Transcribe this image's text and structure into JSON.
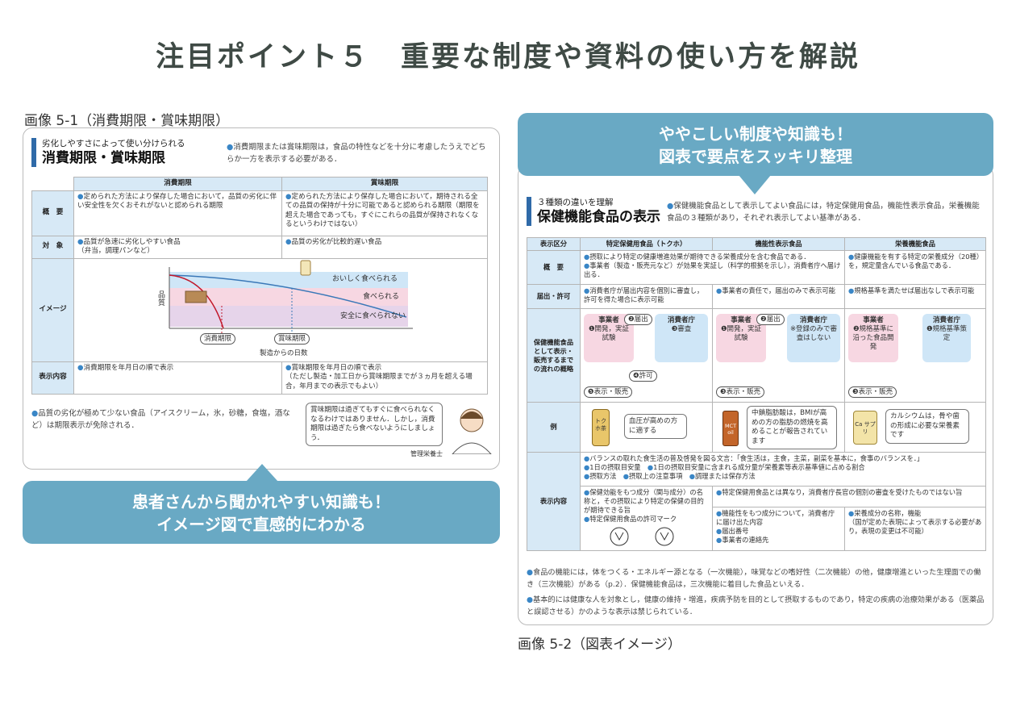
{
  "title": "注目ポイント５　重要な制度や資料の使い方を解説",
  "left": {
    "caption": "画像 5-1（消費期限・賞味期限）",
    "header_sub": "劣化しやすさによって使い分けられる",
    "header_main": "消費期限・賞味期限",
    "intro": "消費期限または賞味期限は，食品の特性などを十分に考慮したうえでどちらか一方を表示する必要がある．",
    "table": {
      "col1": "消費期限",
      "col2": "賞味期限",
      "rows": [
        {
          "label": "概　要",
          "c1": "定められた方法により保存した場合において，品質の劣化に伴い安全性を欠くおそれがないと認められる期限",
          "c2": "定められた方法により保存した場合において，期待される全ての品質の保持が十分に可能であると認められる期限（期限を超えた場合であっても，すぐにこれらの品質が保持されなくなるというわけではない）"
        },
        {
          "label": "対　象",
          "c1": "品質が急速に劣化しやすい食品\n（弁当，調理パンなど）",
          "c2": "品質の劣化が比較的遅い食品"
        },
        {
          "label": "イメージ"
        },
        {
          "label": "表示内容",
          "c1": "消費期限を年月日の順で表示",
          "c2": "賞味期限を年月日の順で表示\n（ただし製造・加工日から賞味期限までが３ヵ月を超える場合，年月までの表示でもよい）"
        }
      ]
    },
    "chart": {
      "ylabel": "品質",
      "band1": "おいしく食べられる",
      "band2": "食べられる",
      "band3": "安全に食べられない",
      "label_shohi": "消費期限",
      "label_shomi": "賞味期限",
      "xlabel": "製造からの日数"
    },
    "bottom_note": "品質の劣化が極めて少ない食品（アイスクリーム，氷，砂糖，食塩，酒など）は期限表示が免除される．",
    "bubble": "賞味期限は過ぎてもすぐに食べられなくなるわけではありません．しかし，消費期限は過ぎたら食べないようにしましょう．",
    "person_label": "管理栄養士",
    "banner_line1": "患者さんから聞かれやすい知識も！",
    "banner_line2": "イメージ図で直感的にわかる"
  },
  "right": {
    "banner_line1": "ややこしい制度や知識も！",
    "banner_line2": "図表で要点をスッキリ整理",
    "header_sub": "３種類の違いを理解",
    "header_main": "保健機能食品の表示",
    "intro": "保健機能食品として表示してよい食品には，特定保健用食品，機能性表示食品，栄養機能食品の３種類があり，それぞれ表示してよい基準がある．",
    "table": {
      "h0": "表示区分",
      "h1": "特定保健用食品（トクホ）",
      "h2": "機能性表示食品",
      "h3": "栄養機能食品",
      "r1_label": "概　要",
      "r1_c1a": "摂取により特定の健康増進効果が期待できる栄養成分を含む食品である．",
      "r1_c1b": "事業者（製造・販売元など）が効果を実証し（科学的根拠を示し），消費者庁へ届け出る．",
      "r1_c2": "",
      "r1_c3": "健康機能を有する特定の栄養成分（20種）を，規定量含んでいる食品である．",
      "r2_label": "届出・許可",
      "r2_c1": "消費者庁が届出内容を個別に審査し，許可を得た場合に表示可能",
      "r2_c2": "事業者の責任で，届出のみで表示可能",
      "r2_c3": "規格基準を満たせば届出なしで表示可能",
      "r3_label": "保健機能食品として表示・販売するまでの流れの概略",
      "r4_label": "例",
      "r5_label": "表示内容",
      "r5_common": "バランスの取れた食生活の普及啓発を図る文言：「食生活は，主食，主菜，副菜を基本に，食事のバランスを．」",
      "r5_common2a": "1日の摂取目安量",
      "r5_common2b": "1日の摂取目安量に含まれる成分量が栄養素等表示基準値に占める割合",
      "r5_common3a": "摂取方法",
      "r5_common3b": "摂取上の注意事項",
      "r5_common3c": "調理または保存方法",
      "r5_c1": "保健効能をもつ成分（関与成分）の名称と，その摂取により特定の保健の目的が期待できる旨",
      "r5_c1b": "特定保健用食品の許可マーク",
      "r5_c23": "特定保健用食品とは異なり，消費者庁長官の個別の審査を受けたものではない旨",
      "r5_c2": "機能性をもつ成分について，消費者庁に届け出た内容",
      "r5_c2b": "届出番号",
      "r5_c2c": "事業者の連絡先",
      "r5_c3": "栄養成分の名称，機能\n（国が定めた表現によって表示する必要があり，表現の変更は不可能）"
    },
    "flow": {
      "jigyosha": "事業者",
      "shohishacho": "消費者庁",
      "c1_step1": "❶開発，実証試験",
      "c1_step2": "❷届出",
      "c1_step3": "❸審査",
      "c1_step4": "❹許可",
      "c1_step5": "❺表示・販売",
      "c2_step1": "❶開発，実証試験",
      "c2_step2": "❷届出",
      "c2_note": "※登録のみで審査はしない",
      "c2_step3": "❸表示・販売",
      "c3_step2": "❷規格基準に沿った食品開発",
      "c3_step1": "❶規格基準策定",
      "c3_step3": "❸表示・販売"
    },
    "examples": {
      "c1_product": "トクホ茶",
      "c1_text": "血圧が高めの方に適する",
      "c2_product": "MCT oil",
      "c2_text": "中鎖脂肪酸は，BMIが高めの方の脂肪の燃焼を高めることが報告されています",
      "c3_product": "Ca サプリ",
      "c3_text": "カルシウムは，骨や歯の形成に必要な栄養素です"
    },
    "note1": "食品の機能には，体をつくる・エネルギー源となる（一次機能），味覚などの嗜好性（二次機能）の他，健康増進といった生理面での働き（三次機能）がある（p.2）．保健機能食品は，三次機能に着目した食品といえる．",
    "note2": "基本的には健康な人を対象とし，健康の維持・増進，疾病予防を目的として摂取するものであり，特定の疾病の治療効果がある（医薬品と誤認させる）かのような表示は禁じられている．",
    "caption": "画像 5-2（図表イメージ）"
  },
  "colors": {
    "accent": "#69a9c4",
    "header_bar": "#2f6aa8",
    "table_head": "#d7e9f6",
    "pink": "#f7d7e2",
    "blue": "#cfe6f7"
  }
}
